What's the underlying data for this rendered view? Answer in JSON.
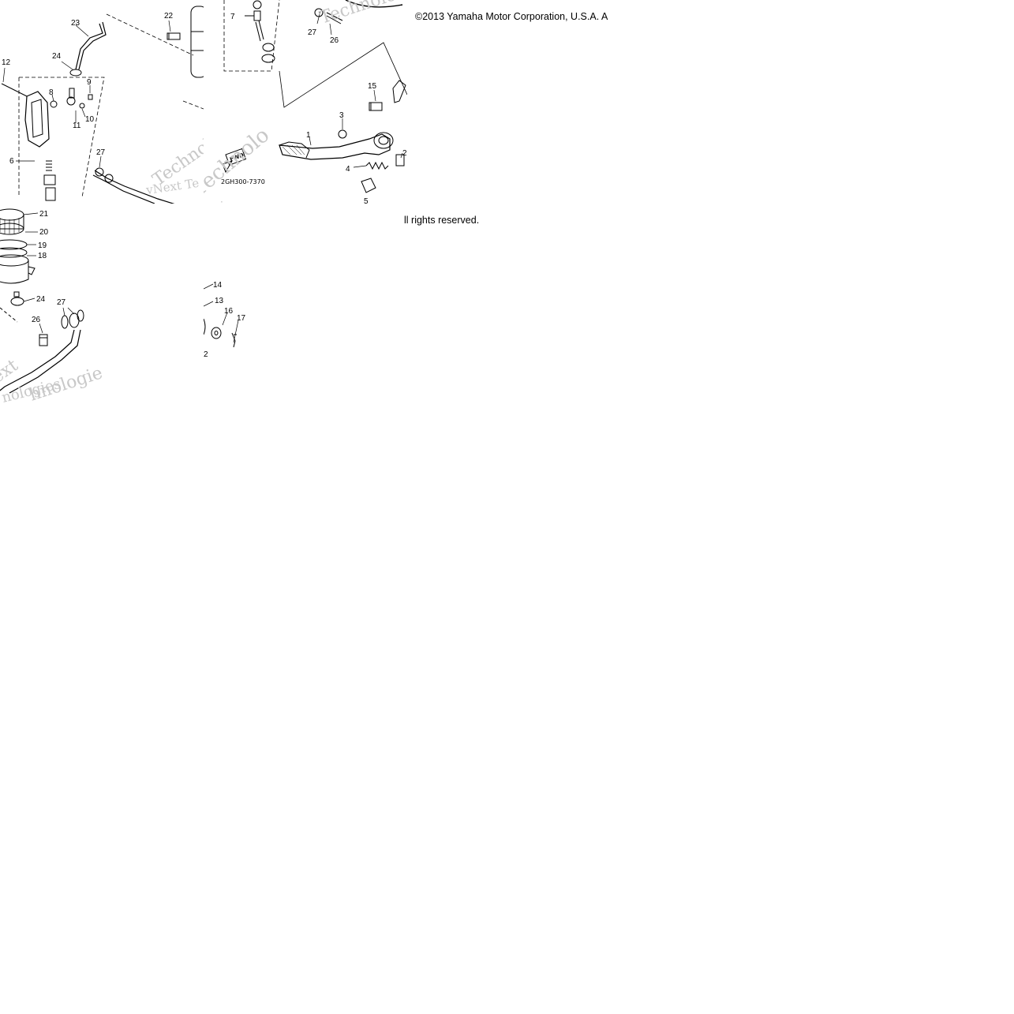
{
  "diagram": {
    "code": "2GH300-7370",
    "fwd_badge": "FWD",
    "copyright": "©2013 Yamaha Motor Corporation, U.S.A. A",
    "rights": "ll rights reserved.",
    "watermark": {
      "line1": "vNext Te",
      "line2": "Technolo",
      "line3": "ogies",
      "line4": "ext",
      "line5": "nologies",
      "line6": "hnologie"
    },
    "tile1_callouts": [
      "23",
      "22",
      "24",
      "12",
      "9",
      "8",
      "10",
      "11",
      "6",
      "27"
    ],
    "tile2_callouts": [
      "7",
      "27",
      "26",
      "15",
      "3",
      "4",
      "5",
      "1",
      "2"
    ],
    "tile3_callouts": [
      "21",
      "20",
      "19",
      "18",
      "24",
      "27",
      "26"
    ],
    "tile4_callouts": [
      "14",
      "13",
      "16",
      "17",
      "2"
    ]
  }
}
